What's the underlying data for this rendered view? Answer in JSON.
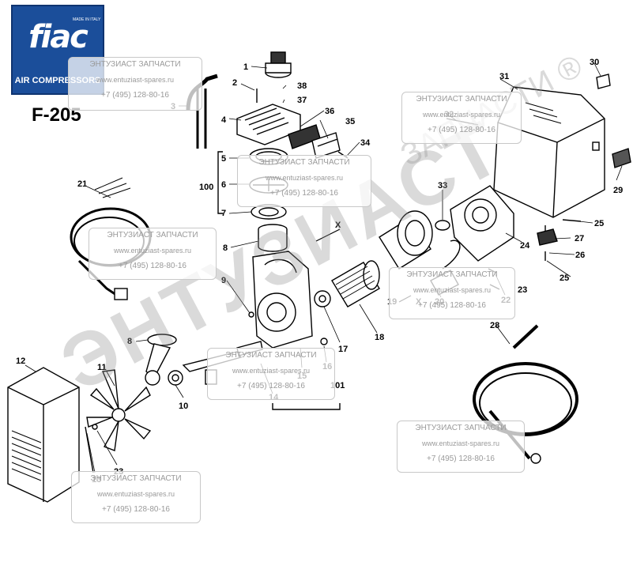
{
  "logo": {
    "brand": "fiac",
    "sub": "AIR COMPRESSORS",
    "made": "MADE IN ITALY"
  },
  "model": "F-205",
  "watermark": {
    "title": "ЭНТУЗИАСТ ЗАПЧАСТИ",
    "url": "www.entuziast-spares.ru",
    "phone": "+7 (495) 128-80-16",
    "big_text": "ЭНТУЗИАСТ",
    "big_text2": "ЗАПЧАСТИ ®"
  },
  "callouts": [
    "1",
    "2",
    "3",
    "4",
    "5",
    "6",
    "7",
    "8",
    "8",
    "9",
    "10",
    "11",
    "12",
    "13",
    "14",
    "15",
    "16",
    "17",
    "18",
    "19",
    "20",
    "21",
    "22",
    "23",
    "23",
    "24",
    "25",
    "25",
    "26",
    "27",
    "28",
    "29",
    "30",
    "31",
    "32",
    "33",
    "34",
    "35",
    "36",
    "37",
    "38",
    "100",
    "101"
  ],
  "arrow_labels": [
    "X",
    "X"
  ],
  "colors": {
    "brand_blue": "#1b4e9a",
    "line": "#000000",
    "watermark": "#9a9a9a"
  }
}
